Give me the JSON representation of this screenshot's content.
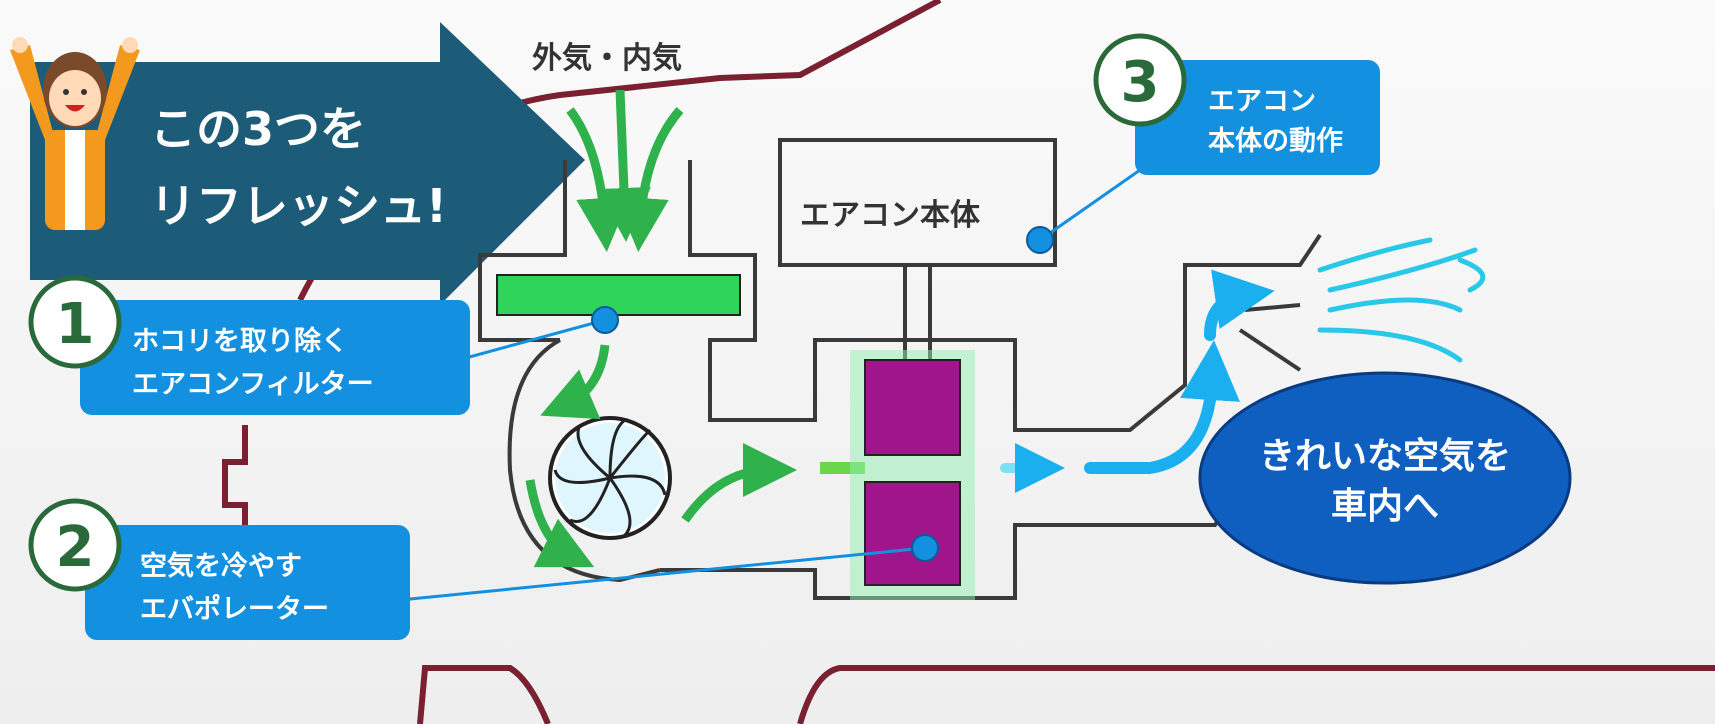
{
  "banner": {
    "line1": "この3つを",
    "line2": "リフレッシュ!"
  },
  "intake_label": "外気・内気",
  "ac_body_label": "エアコン本体",
  "items": [
    {
      "number": "1",
      "line1": "ホコリを取り除く",
      "line2": "エアコンフィルター"
    },
    {
      "number": "2",
      "line1": "空気を冷やす",
      "line2": "エバポレーター"
    },
    {
      "number": "3",
      "line1": "エアコン",
      "line2": "本体の動作"
    }
  ],
  "output": {
    "line1": "きれいな空気を",
    "line2": "車内へ"
  },
  "colors": {
    "arrow": "#1d5c78",
    "box": "#1390e0",
    "oval": "#0f5fc0",
    "green": "#2fb24c",
    "magenta": "#a0158c",
    "curve": "#7a2030",
    "cyan": "#2ac8e8"
  }
}
